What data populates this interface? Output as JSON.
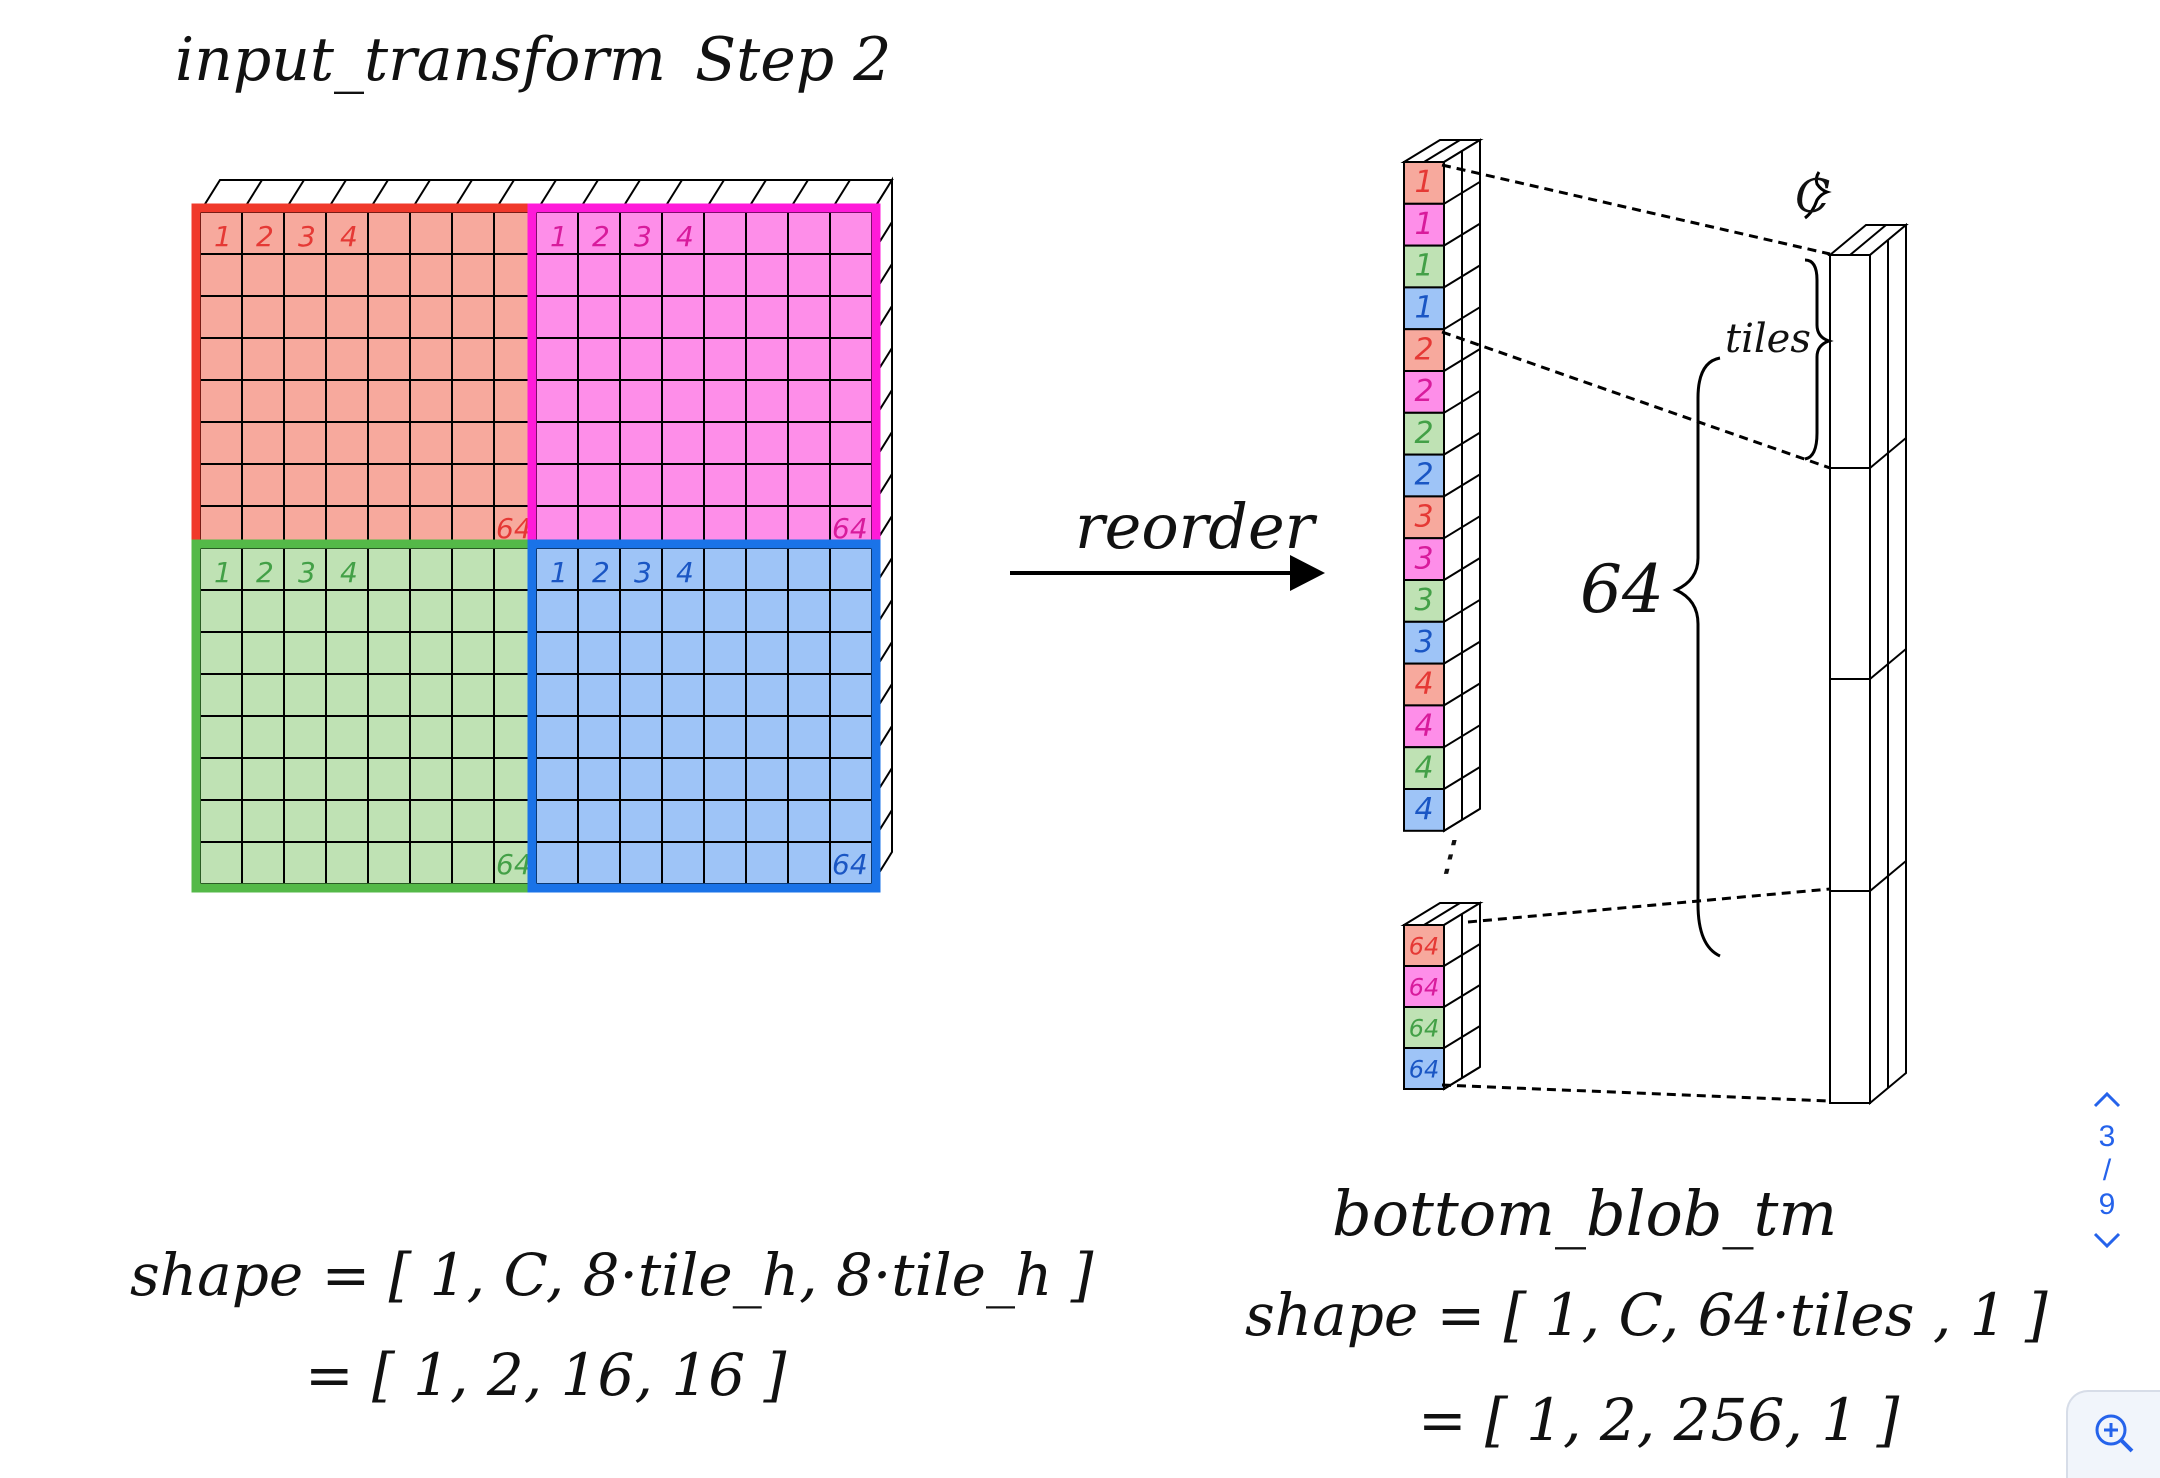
{
  "header": {
    "title": "input_transform",
    "step": "Step 2"
  },
  "left": {
    "col_labels": [
      "1",
      "2",
      "3",
      "4"
    ],
    "corner_label": "64",
    "shape_line1": "shape = [ 1, C, 8·tile_h, 8·tile_h ]",
    "shape_line2": "= [ 1, 2, 16, 16 ]"
  },
  "arrow": {
    "label": "reorder"
  },
  "right": {
    "stack_labels": [
      "1",
      "1",
      "1",
      "1",
      "2",
      "2",
      "2",
      "2",
      "3",
      "3",
      "3",
      "3",
      "4",
      "4",
      "4",
      "4"
    ],
    "bottom_labels": [
      "64",
      "64",
      "64",
      "64"
    ],
    "ellipsis": "⋮",
    "brace_c": "C",
    "brace_tiles": "tiles",
    "brace_64": "64",
    "title": "bottom_blob_tm",
    "shape_line1": "shape = [ 1, C, 64·tiles , 1 ]",
    "shape_line2": "= [ 1, 2, 256, 1 ]"
  },
  "colors": {
    "red": "#f0392b",
    "magenta": "#ff1ad9",
    "green": "#54b948",
    "blue": "#1a73e8"
  },
  "pager": {
    "current": "3",
    "separator": "/",
    "total": "9"
  },
  "icons": {
    "prev": "chevron-up-icon",
    "next": "chevron-down-icon",
    "zoom": "zoom-in-icon"
  }
}
